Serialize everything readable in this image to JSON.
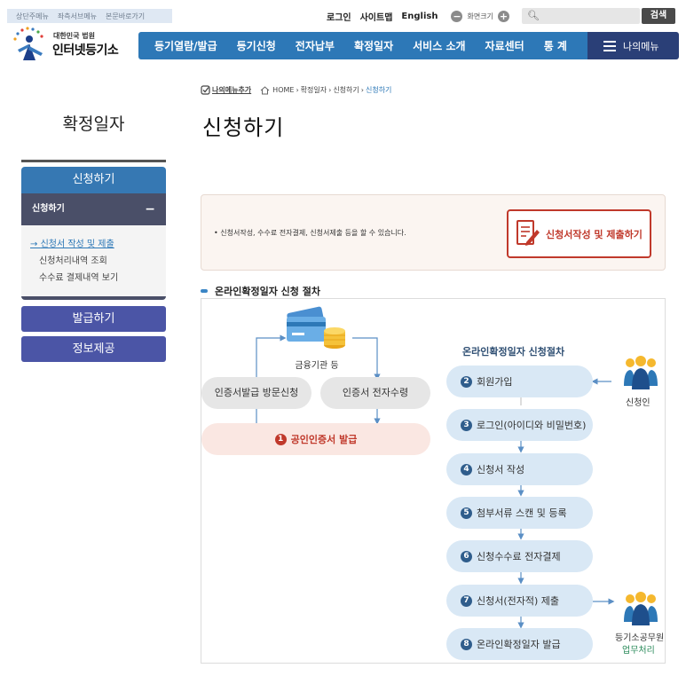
{
  "skip_links": [
    "상단주메뉴",
    "좌측서브메뉴",
    "본문바로가기"
  ],
  "util": {
    "login": "로그인",
    "sitemap": "사이트맵",
    "english": "English",
    "zoom_label": "화면크기",
    "minus": "−",
    "plus": "+",
    "search_button": "검색",
    "search_placeholder": ""
  },
  "logo": {
    "small": "대한민국 법원",
    "big": "인터넷등기소"
  },
  "gnb": [
    "등기열람/발급",
    "등기신청",
    "전자납부",
    "확정일자",
    "서비스 소개",
    "자료센터",
    "통 계"
  ],
  "my_menu": "나의메뉴",
  "breadcrumb": {
    "favorite": "나의메뉴추가",
    "home": "HOME",
    "items": [
      "확정일자",
      "신청하기"
    ],
    "current": "신청하기"
  },
  "sidebar": {
    "title": "확정일자",
    "head": "신청하기",
    "sub": "신청하기",
    "sub_toggle": "−",
    "items": [
      "신청서 작성 및 제출",
      "신청처리내역 조회",
      "수수료 결제내역 보기"
    ],
    "active_index": 0,
    "buttons": [
      "발급하기",
      "정보제공"
    ]
  },
  "page_title": "신청하기",
  "info": {
    "text": "• 신청서작성, 수수료 전자결제, 신청서제출 등을 할 수 있습니다.",
    "apply_button": "신청서작성 및 제출하기"
  },
  "section_title": "온라인확정일자 신청 절차",
  "procedure": {
    "finance_label": "금융기관 등",
    "visit": "인증서발급 방문신청",
    "online": "인증서 전자수령",
    "cert": {
      "num": "1",
      "label": "공인인증서 발급"
    },
    "head": "온라인확정일자 신청절차",
    "steps": [
      {
        "num": "2",
        "label": "회원가입"
      },
      {
        "num": "3",
        "label": "로그인(아이디와 비밀번호)"
      },
      {
        "num": "4",
        "label": "신청서 작성"
      },
      {
        "num": "5",
        "label": "첨부서류 스캔 및 등록"
      },
      {
        "num": "6",
        "label": "신청수수료 전자결제"
      },
      {
        "num": "7",
        "label": "신청서(전자적) 제출"
      },
      {
        "num": "8",
        "label": "온라인확정일자 발급"
      }
    ],
    "applicant": "신청인",
    "officer": "등기소공무원",
    "officer_task": "업무처리"
  },
  "colors": {
    "nav_blue": "#2d78b7",
    "nav_dark": "#2a3f77",
    "accent_red": "#c0392b",
    "step_blue": "#d9e8f5"
  }
}
